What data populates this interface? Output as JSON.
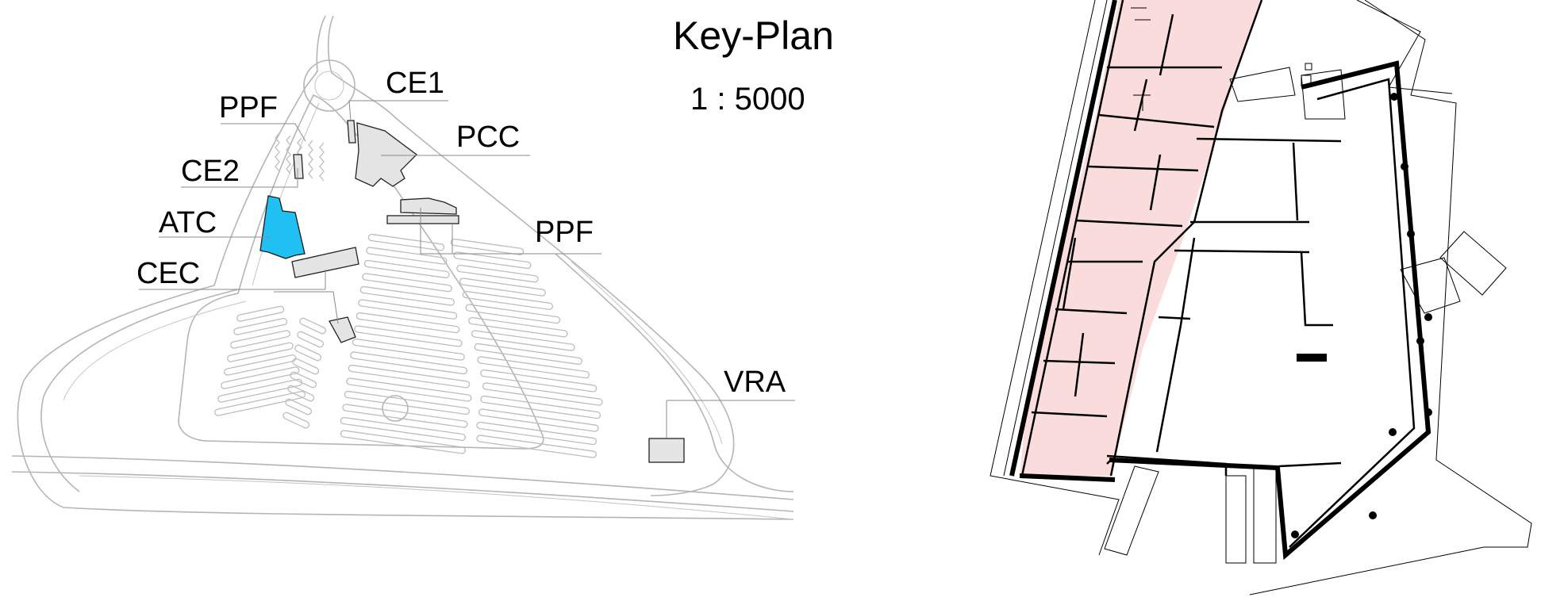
{
  "key_plan": {
    "title": "Key-Plan",
    "scale": "1 : 5000",
    "labels": {
      "ppf_north": "PPF",
      "ce1": "CE1",
      "pcc": "PCC",
      "ce2": "CE2",
      "atc": "ATC",
      "ppf_east": "PPF",
      "cec": "CEC",
      "vra": "VRA"
    },
    "colors": {
      "highlight": "#21c0f2",
      "building": "#e4e4e4",
      "site_lines": "#b5b5b5"
    }
  },
  "floor_plan": {
    "colors": {
      "zone_fill": "#fadcdc",
      "walls": "#000000"
    }
  }
}
